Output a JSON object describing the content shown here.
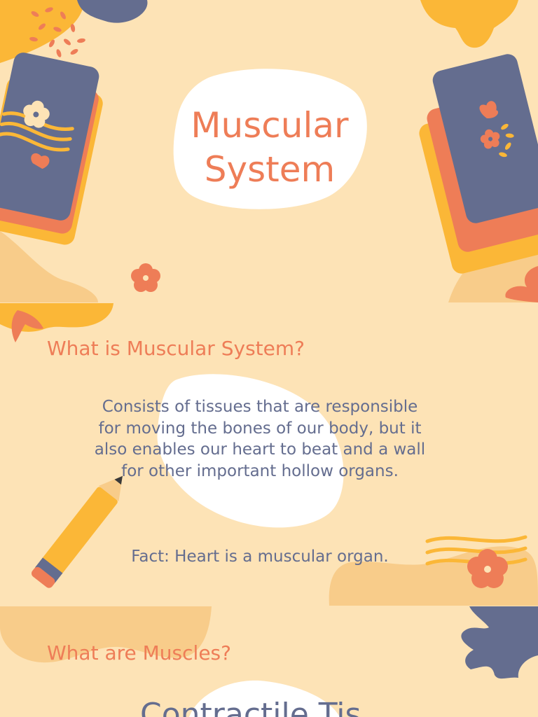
{
  "slides": [
    {
      "title": "Muscular System"
    },
    {
      "heading": "What is Muscular System?",
      "body": "Consists of tissues that are responsible for moving the bones of our body, but it also enables our heart to beat and a wall for other important hollow organs.",
      "fact": "Fact: Heart is a muscular organ."
    },
    {
      "heading": "What are Muscles?",
      "partial_text": "Contractile Tis"
    }
  ],
  "palette": {
    "background": "#fde3b6",
    "coral": "#ee7d57",
    "slate": "#646d8f",
    "yellow": "#fbb737",
    "sand": "#f8cc8a",
    "white": "#ffffff"
  },
  "icons": [
    "flower-icon",
    "leaf-icon",
    "pencil-icon",
    "playing-cards-icon",
    "wave-lines-icon"
  ]
}
